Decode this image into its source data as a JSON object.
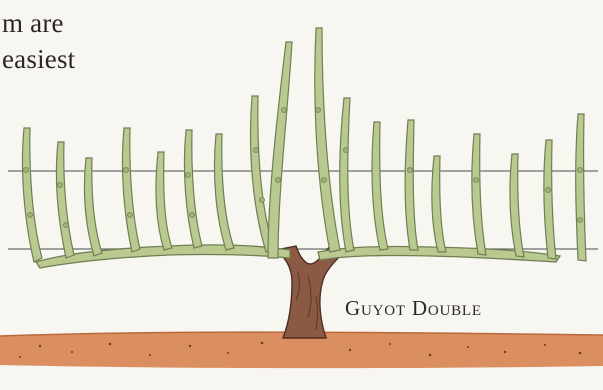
{
  "text": {
    "line1": "m are",
    "line2": "easiest"
  },
  "caption": "Guyot Double",
  "colors": {
    "cane": "#b9c98f",
    "cane_outline": "#6f7f53",
    "trunk": "#8a5a45",
    "soil": "#d98857",
    "wire": "#6c6c6c"
  }
}
